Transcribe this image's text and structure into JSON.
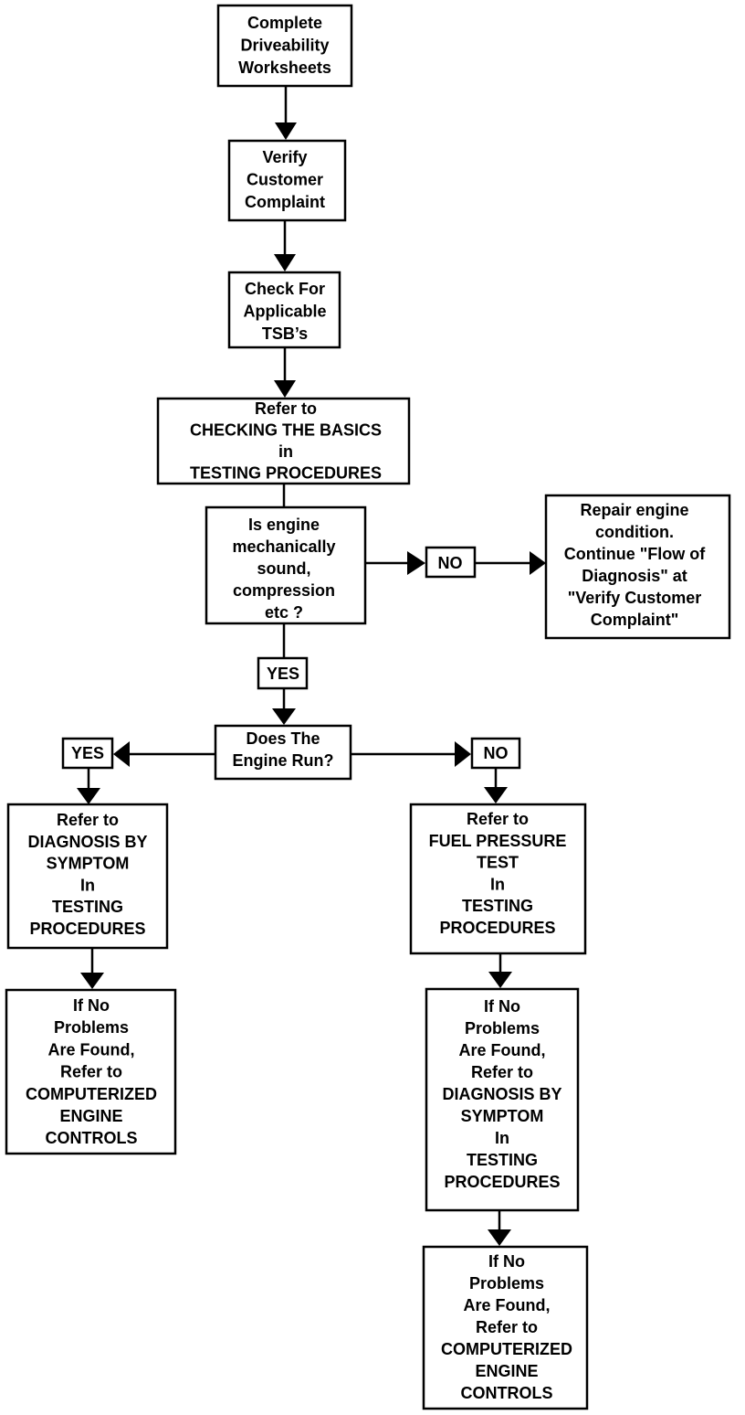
{
  "nodes": {
    "complete": [
      "Complete",
      "Driveability",
      "Worksheets"
    ],
    "verify": [
      "Verify",
      "Customer",
      "Complaint"
    ],
    "tsb": [
      "Check For",
      "Applicable",
      "TSB’s"
    ],
    "basics": [
      "Refer to",
      "CHECKING THE BASICS",
      "in",
      "TESTING PROCEDURES"
    ],
    "mechanical": [
      "Is engine",
      "mechanically",
      "sound,",
      "compression",
      "etc ?"
    ],
    "repair": [
      "Repair engine",
      "condition.",
      "Continue \"Flow of",
      "Diagnosis\" at",
      "\"Verify Customer",
      "Complaint\""
    ],
    "engine_run": [
      "Does The",
      "Engine Run?"
    ],
    "diag_symptom": [
      "Refer to",
      "DIAGNOSIS BY",
      "SYMPTOM",
      "In",
      "TESTING",
      "PROCEDURES"
    ],
    "left_no_problems": [
      "If No",
      "Problems",
      "Are Found,",
      "Refer to",
      "COMPUTERIZED",
      "ENGINE",
      "CONTROLS"
    ],
    "fuel_pressure": [
      "Refer to",
      "FUEL PRESSURE",
      "TEST",
      "In",
      "TESTING",
      "PROCEDURES"
    ],
    "right_no_problems_1": [
      "If No",
      "Problems",
      "Are Found,",
      "Refer to",
      "DIAGNOSIS BY",
      "SYMPTOM",
      "In",
      "TESTING",
      "PROCEDURES"
    ],
    "right_no_problems_2": [
      "If No",
      "Problems",
      "Are Found,",
      "Refer to",
      "COMPUTERIZED",
      "ENGINE",
      "CONTROLS"
    ]
  },
  "labels": {
    "no_mechanical": "NO",
    "yes_mechanical": "YES",
    "yes_run": "YES",
    "no_run": "NO"
  }
}
